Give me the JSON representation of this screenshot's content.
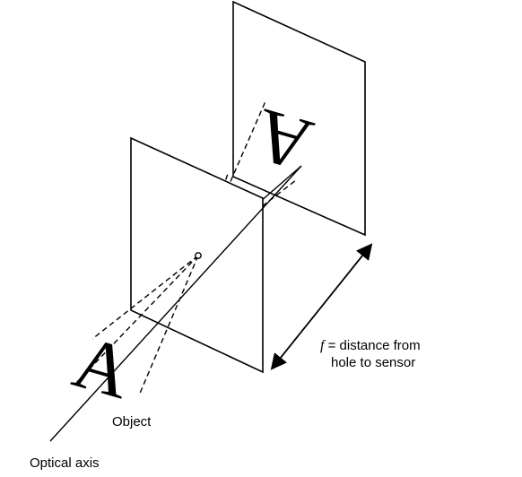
{
  "diagram": {
    "object_glyph": "A",
    "image_glyph": "A",
    "labels": {
      "object": "Object",
      "optical_axis": "Optical axis",
      "focal_symbol": "f",
      "focal_line1": " = distance from",
      "focal_line2": "hole to sensor"
    }
  }
}
